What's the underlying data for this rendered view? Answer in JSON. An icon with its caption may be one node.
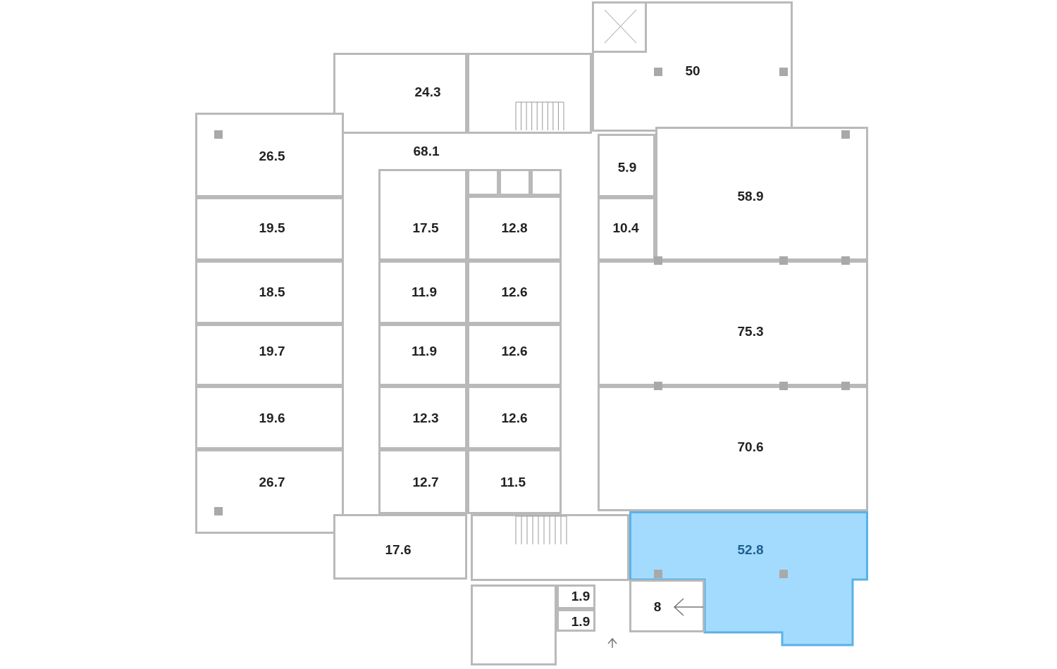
{
  "diagram": {
    "nodes": [
      {
        "text": [
          "50"
        ]
      },
      {
        "text": [
          "24.3"
        ]
      },
      {
        "text": [],
        "shape": "box"
      },
      {
        "text": [
          "26.5"
        ]
      },
      {
        "text": [
          "68.1"
        ]
      },
      {
        "text": [
          "5.9"
        ]
      },
      {
        "text": [
          "58.9"
        ]
      },
      {
        "text": [
          "19.5"
        ]
      },
      {
        "text": [
          "17.5"
        ]
      },
      {
        "text": [],
        "shape": "box"
      },
      {
        "text": [],
        "shape": "box"
      },
      {
        "text": [],
        "shape": "box"
      },
      {
        "text": [
          "12.8"
        ]
      },
      {
        "text": [
          "10.4"
        ]
      },
      {
        "text": [
          "18.5"
        ]
      },
      {
        "text": [
          "11.9"
        ]
      },
      {
        "text": [
          "12.6"
        ]
      },
      {
        "text": [
          "75.3"
        ]
      },
      {
        "text": [
          "19.7"
        ]
      },
      {
        "text": [
          "11.9"
        ]
      },
      {
        "text": [
          "12.6"
        ]
      },
      {
        "text": [
          "19.6"
        ]
      },
      {
        "text": [
          "12.3"
        ]
      },
      {
        "text": [
          "12.6"
        ]
      },
      {
        "text": [
          "70.6"
        ]
      },
      {
        "text": [
          "26.7"
        ]
      },
      {
        "text": [
          "12.7"
        ]
      },
      {
        "text": [
          "11.5"
        ]
      },
      {
        "text": [
          "17.6"
        ]
      },
      {
        "text": [],
        "shape": "box"
      },
      {
        "text": [
          "52.8"
        ]
      },
      {
        "text": [],
        "shape": "box"
      },
      {
        "text": [
          "1.9"
        ]
      },
      {
        "text": [
          "1.9"
        ]
      },
      {
        "text": [
          "8"
        ]
      },
      {
        "text": [],
        "shape": "box",
        "in": 0
      }
    ]
  }
}
